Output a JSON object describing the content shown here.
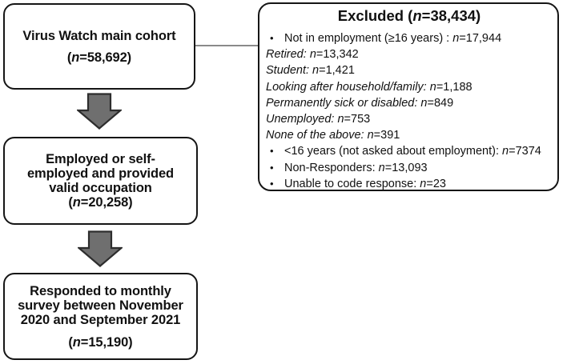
{
  "diagram": {
    "cohort_box": {
      "line1": "Virus Watch main cohort",
      "n_pre": "(",
      "n_char": "n",
      "n_post": "=58,692)"
    },
    "employed_box": {
      "line1": "Employed or self-",
      "line2": "employed and provided",
      "line3": "valid occupation",
      "n_pre": "(",
      "n_char": "n",
      "n_post": "=20,258)"
    },
    "responded_box": {
      "line1": "Responded to monthly",
      "line2": "survey between November",
      "line3": "2020 and September 2021",
      "n_pre": "(",
      "n_char": "n",
      "n_post": "=15,190)"
    },
    "excluded_box": {
      "title_pre": "Excluded (",
      "title_n": "n",
      "title_post": "=38,434)",
      "bullet_glyph": "•",
      "items": [
        {
          "style": "bullet",
          "label": "Not in employment (≥16 years) : ",
          "n": "n",
          "value": "=17,944"
        },
        {
          "style": "italic",
          "label": "Retired: ",
          "n": "n",
          "value": "=13,342"
        },
        {
          "style": "italic",
          "label": "Student: ",
          "n": "n",
          "value": "=1,421"
        },
        {
          "style": "italic",
          "label": "Looking after household/family: ",
          "n": "n",
          "value": "=1,188"
        },
        {
          "style": "italic",
          "label": "Permanently sick or disabled: ",
          "n": "n",
          "value": "=849"
        },
        {
          "style": "italic",
          "label": "Unemployed: ",
          "n": "n",
          "value": "=753"
        },
        {
          "style": "italic",
          "label": "None of the above: ",
          "n": "n",
          "value": "=391"
        },
        {
          "style": "bullet",
          "label": "<16 years (not asked about employment): ",
          "n": "n",
          "value": "=7374"
        },
        {
          "style": "bullet",
          "label": "Non-Responders: ",
          "n": "n",
          "value": "=13,093"
        },
        {
          "style": "bullet",
          "label": "Unable to code response: ",
          "n": "n",
          "value": "=23"
        }
      ]
    },
    "arrow_fill": "#6f6f6f",
    "arrow_stroke": "#2d2d2d"
  }
}
